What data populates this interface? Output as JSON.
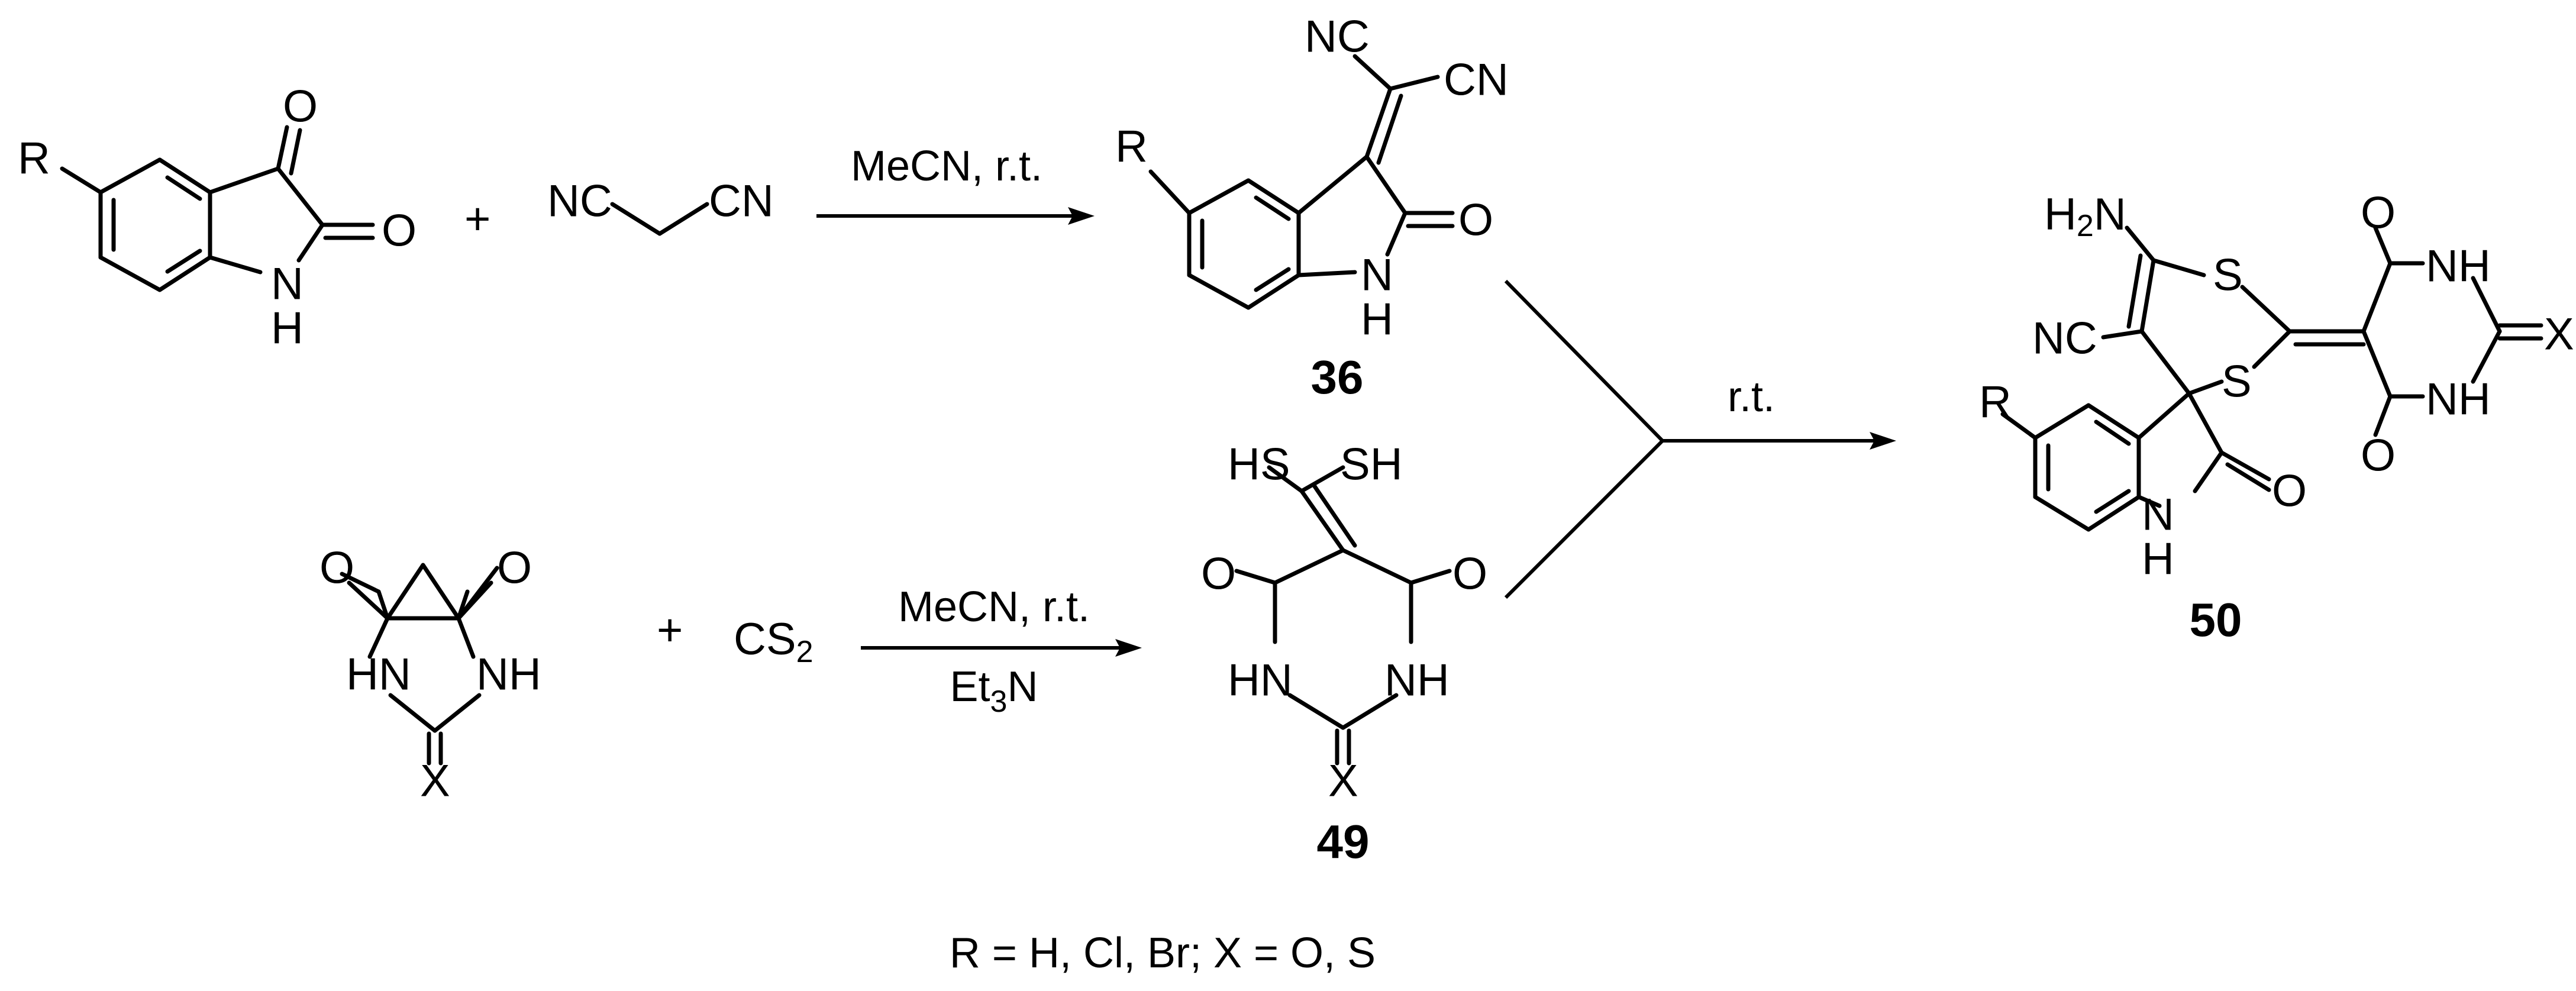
{
  "plus_sign": "+",
  "reagents": {
    "malononitrile_left": "NC",
    "malononitrile_right": "CN",
    "carbon_disulfide": "CS",
    "carbon_disulfide_sub": "2"
  },
  "conditions": {
    "step1": "MeCN, r.t.",
    "step2_top": "MeCN, r.t.",
    "step2_bottom_main": "Et",
    "step2_bottom_sub": "3",
    "step2_bottom_end": "N",
    "step3": "r.t."
  },
  "atoms": {
    "R": "R",
    "O": "O",
    "N": "N",
    "H": "H",
    "NH": "NH",
    "HN": "HN",
    "X": "X",
    "S": "S",
    "SH": "SH",
    "HS": "HS",
    "NC": "NC",
    "CN": "CN",
    "H2N_H": "H",
    "H2N_sub": "2",
    "H2N_N": "N"
  },
  "compounds": {
    "c36": "36",
    "c49": "49",
    "c50": "50"
  },
  "footnote": "R = H, Cl, Br; X = O, S"
}
